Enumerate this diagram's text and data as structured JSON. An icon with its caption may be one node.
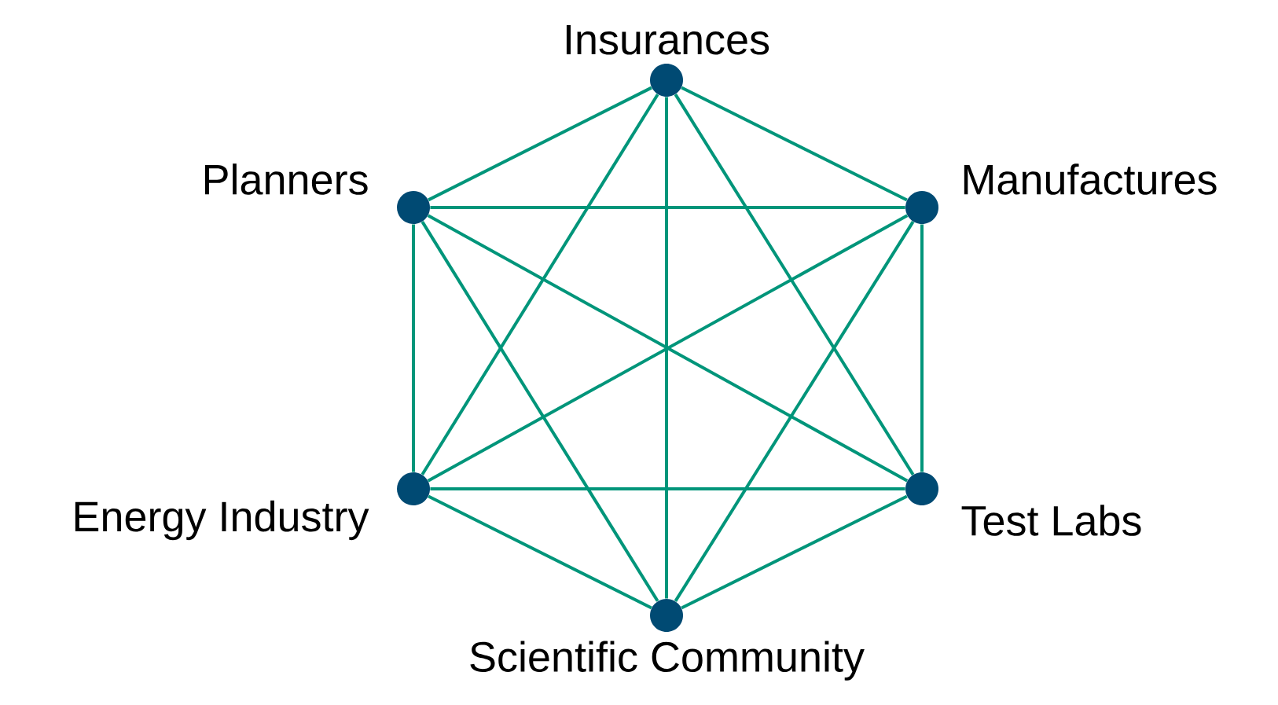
{
  "diagram": {
    "nodes": [
      {
        "text": [
          "Insurances"
        ]
      },
      {
        "text": [
          "Planners"
        ]
      },
      {
        "text": [
          "Manufactures"
        ]
      },
      {
        "text": [
          "Energy Industry"
        ]
      },
      {
        "text": [
          "Test Labs"
        ]
      },
      {
        "text": [
          "Scientific Community"
        ]
      }
    ],
    "edges": [
      {
        "from": 0,
        "to": 1,
        "arrow": "none"
      },
      {
        "from": 0,
        "to": 2,
        "arrow": "none"
      },
      {
        "from": 0,
        "to": 3,
        "arrow": "none"
      },
      {
        "from": 0,
        "to": 4,
        "arrow": "none"
      },
      {
        "from": 0,
        "to": 5,
        "arrow": "none"
      },
      {
        "from": 1,
        "to": 2,
        "arrow": "none"
      },
      {
        "from": 1,
        "to": 3,
        "arrow": "none"
      },
      {
        "from": 1,
        "to": 4,
        "arrow": "none"
      },
      {
        "from": 1,
        "to": 5,
        "arrow": "none"
      },
      {
        "from": 2,
        "to": 3,
        "arrow": "none"
      },
      {
        "from": 2,
        "to": 4,
        "arrow": "none"
      },
      {
        "from": 2,
        "to": 5,
        "arrow": "none"
      },
      {
        "from": 3,
        "to": 4,
        "arrow": "none"
      },
      {
        "from": 3,
        "to": 5,
        "arrow": "none"
      },
      {
        "from": 4,
        "to": 5,
        "arrow": "none"
      }
    ]
  }
}
